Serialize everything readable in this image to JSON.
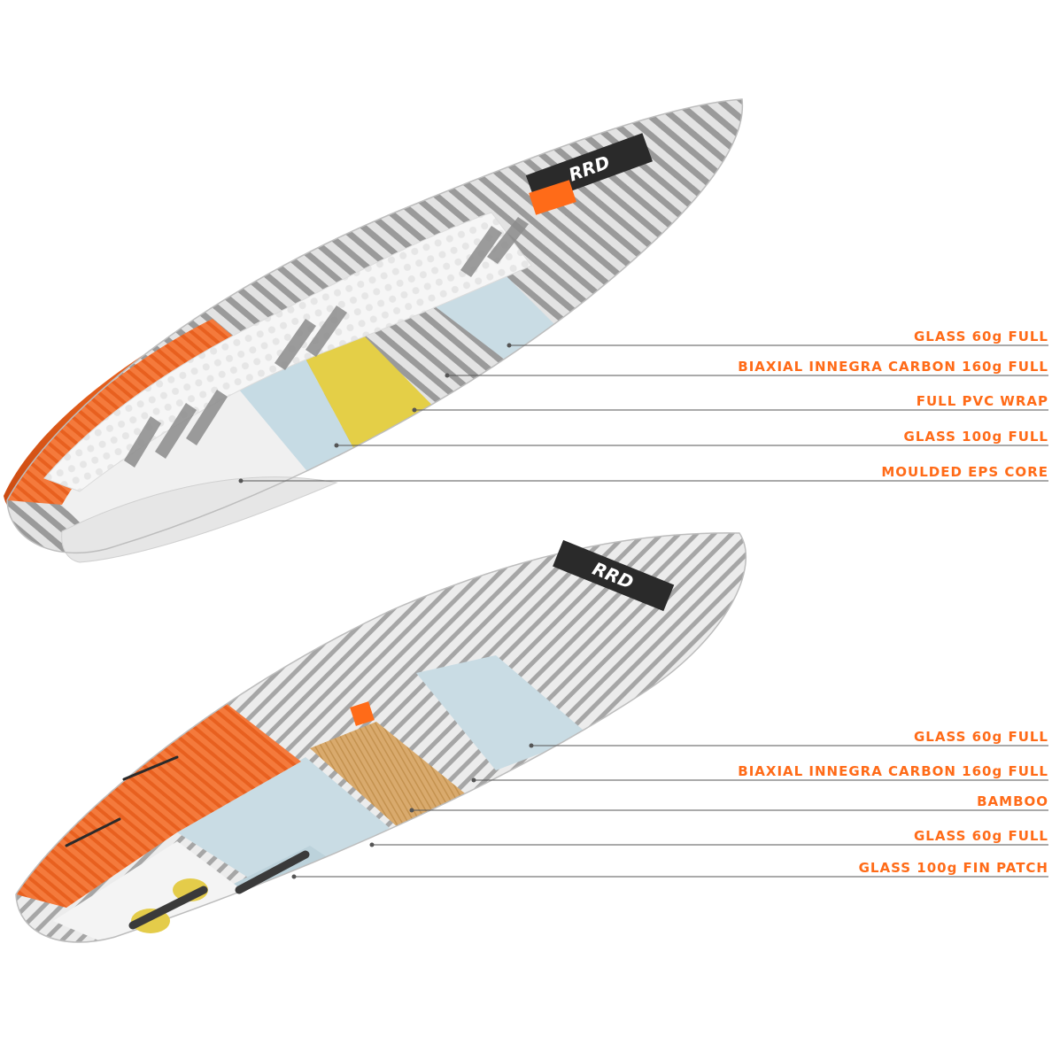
{
  "colors": {
    "accent": "#ff6b18",
    "carbon_light": "#d8d8d8",
    "carbon_dark": "#8e8e8e",
    "glass": "#c9dde6",
    "pvc": "#e8d34f",
    "bamboo": "#d7a86a",
    "eps": "#f1f1f1",
    "orange": "#f26a2c",
    "leader": "#4a4a4a"
  },
  "logo_text": "RRD",
  "boards": [
    {
      "name": "top-board",
      "layers": [
        {
          "label": "GLASS 60g FULL"
        },
        {
          "label": "BIAXIAL INNEGRA CARBON 160g FULL"
        },
        {
          "label": "FULL PVC WRAP"
        },
        {
          "label": "GLASS 100g FULL"
        },
        {
          "label": "MOULDED EPS CORE"
        }
      ]
    },
    {
      "name": "bottom-board",
      "layers": [
        {
          "label": "GLASS 60g FULL"
        },
        {
          "label": "BIAXIAL INNEGRA CARBON 160g FULL"
        },
        {
          "label": "BAMBOO"
        },
        {
          "label": "GLASS 60g FULL"
        },
        {
          "label": "GLASS 100g FIN PATCH"
        }
      ]
    }
  ]
}
